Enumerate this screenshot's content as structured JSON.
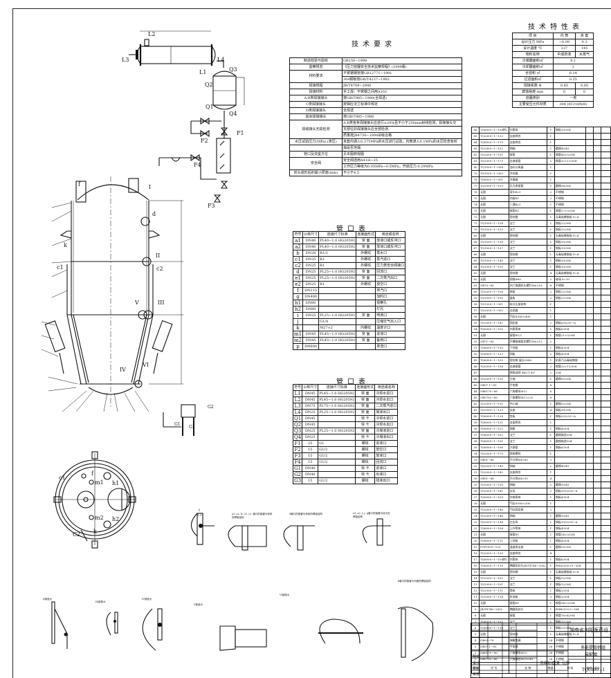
{
  "tech_characteristics": {
    "title": "技术特性表",
    "headers": [
      "项 目",
      "内 筒",
      "夹 套"
    ],
    "rows": [
      [
        "设计压力 MPa",
        "−0.09",
        "0.3"
      ],
      [
        "设计温度 ℃",
        "127",
        "145"
      ],
      [
        "物料名称",
        "中成药液",
        "水蒸气"
      ],
      [
        "冷凝器面积㎡",
        "9.1",
        ""
      ],
      [
        "冷却器面积㎡",
        "1",
        ""
      ],
      [
        "全容积 ㎥",
        "6.14",
        ""
      ],
      [
        "过滤面积㎡",
        "0.35",
        ""
      ],
      [
        "焊接系数 Φ",
        "0.85",
        "0.85"
      ],
      [
        "腐蚀裕度 mm",
        "0",
        "0"
      ],
      [
        "容器类别",
        "一类",
        ""
      ],
      [
        "主要受压元件材质",
        "304 (0Cr18Ni9)",
        ""
      ]
    ]
  },
  "tech_requirements": {
    "title": "技术要求",
    "rows": [
      [
        "制造检验与验收",
        "GB150−1998"
      ],
      [
        "监察规范",
        "《压力容器安全技术监察规程》(1999版)"
      ],
      [
        "材料要求",
        "不锈钢钢管按GB12771−1991"
      ],
      [
        "",
        "304钢板按GB/T4237−1992"
      ],
      [
        "焊接规程",
        "JB/T4709−2000"
      ],
      [
        "焊接材料",
        "手工焊：不锈钢之间用A102"
      ],
      [
        "A,B类焊接接头",
        "按GB/T985−1988(全焊透)"
      ],
      [
        "C类焊接接头",
        "按相应法兰标准中规定"
      ],
      [
        "D类焊接接头",
        "全焊透"
      ],
      [
        "其余焊接接头",
        "按GB/T985−1988"
      ],
      [
        "焊缝接头无损检测",
        "A,B类各条焊接接头应进行≥20%且不小于250mm射线检测，焊接接头交"
      ],
      [
        "",
        "叉部位的焊接接头应全部检测."
      ],
      [
        "",
        "质量按JB4730−1994Ⅲ级合格."
      ],
      [
        "水压试验压力(MPa),(表压)",
        "夹套内通入0.375MPa的水压进行试验，内筒通入0.1MPa的水压检查有封"
      ],
      [
        "",
        "漏是否泄漏."
      ],
      [
        "管口及支座方位",
        "见本图俯视图"
      ],
      [
        "安全阀",
        "安全阀选用A41H−25"
      ],
      [
        "",
        "工作压力等级为0.05MPa~0.5MPa，开启压力:0.29MPa"
      ],
      [
        "封头成形后的最小厚度(mm)",
        "不小于4.5"
      ]
    ]
  },
  "nozzle_table_1": {
    "title": "管口表",
    "headers": [
      "符号",
      "公称尺寸",
      "连接尺寸标准",
      "连接面形式",
      "用途或名称"
    ],
    "rows": [
      [
        "a1",
        "DN40",
        "PL40−1.0 HG20592",
        "突 面",
        "放液口或反冲口"
      ],
      [
        "a2",
        "DN40",
        "PL40−1.0 HG20592",
        "突 面",
        "放液口或反冲口"
      ],
      [
        "b",
        "DN20",
        "R1/2",
        "外螺纹",
        "蒸水口"
      ],
      [
        "c1",
        "DN25",
        "R1",
        "外螺纹",
        "蒸汽进口"
      ],
      [
        "c2",
        "DN25",
        "R1",
        "外螺纹",
        "压力表安全阀接口"
      ],
      [
        "d",
        "DN25",
        "PL25−1.0 HG20592",
        "突 面",
        "回流口"
      ],
      [
        "e1",
        "DN25",
        "PL25−1.0 HG20592",
        "突 面",
        "二次蒸汽出口"
      ],
      [
        "e2",
        "DN25",
        "R1",
        "外螺纹",
        "放空口"
      ],
      [
        "f",
        "DN215",
        "",
        "",
        "排汽口"
      ],
      [
        "g",
        "DN400",
        "",
        "",
        "加料口"
      ],
      [
        "h1",
        "DN80",
        "",
        "",
        "观察孔"
      ],
      [
        "h2",
        "DN80",
        "",
        "",
        "灯孔"
      ],
      [
        "i",
        "DN25",
        "PL25−1.0 HG20592",
        "突 面",
        "喷淋口"
      ],
      [
        "j",
        "",
        "G1/4",
        "",
        "压缩空气出入口"
      ],
      [
        "k",
        "",
        "M27×2",
        "内螺纹",
        "温度计口"
      ],
      [
        "m1",
        "DN45",
        "PL45−1.0 HG20592",
        "突 面",
        "进液口"
      ],
      [
        "m2",
        "DN45",
        "PL45−1.0 HG20592",
        "突 面",
        "备用口"
      ],
      [
        "p",
        "DN600",
        "",
        "",
        "排渣口"
      ]
    ]
  },
  "nozzle_table_2": {
    "title": "管口表",
    "headers": [
      "符号",
      "公称尺寸",
      "连接尺寸标准",
      "连接面形式",
      "用途或名称"
    ],
    "rows": [
      [
        "L1",
        "DN45",
        "PL45−1.0 HG20592",
        "突 面",
        "冷却水进口"
      ],
      [
        "L2",
        "DN45",
        "PL45−1.0 HG20592",
        "突 面",
        "冷却水出口"
      ],
      [
        "L3",
        "DN75",
        "PL75−1.0 HG20592",
        "突 面",
        "二次蒸汽进口"
      ],
      [
        "L4",
        "DN25",
        "PL25−1.0 HG20592",
        "突 面",
        "凝液出口"
      ],
      [
        "Q1",
        "DN45",
        "",
        "快 卡",
        "冷却水进口"
      ],
      [
        "Q2",
        "DN45",
        "",
        "快 卡",
        "冷却水出口"
      ],
      [
        "Q3",
        "DN25",
        "PL25−1.0 HG20592",
        "突 面",
        "冷凝液进口"
      ],
      [
        "Q4",
        "DN25",
        "",
        "快 卡",
        "冷凝液出口"
      ],
      [
        "F1",
        "25",
        "G1",
        "螺纹",
        "进液口"
      ],
      [
        "F2",
        "15",
        "G1/2",
        "螺纹",
        "放空口"
      ],
      [
        "F3",
        "15",
        "G1/2",
        "螺纹",
        "放液口"
      ],
      [
        "F4",
        "15",
        "G1/2",
        "螺纹",
        "回流口"
      ],
      [
        "G1",
        "DN40",
        "",
        "快 卡",
        "进液口"
      ],
      [
        "G2",
        "DN40",
        "",
        "快 卡",
        "出液口"
      ],
      [
        "G3",
        "15",
        "G1/2",
        "螺纹",
        "残液出口"
      ]
    ]
  },
  "parts_list": {
    "rows": [
      [
        "86",
        "TQ6000−1−104附2",
        "内筒体",
        "1",
        "钢板10/304"
      ],
      [
        "85",
        "TQ2000−1−133",
        "支座焊合",
        "1",
        ""
      ],
      [
        "84",
        "TQ6000−1−119",
        "支座焊合",
        "1",
        ""
      ],
      [
        "83",
        "TQ2000−1−152",
        "销轴",
        "1",
        "圆钢45/45"
      ],
      [
        "82",
        "TQ2000−1−151",
        "接管",
        "1",
        "钢管45×5/304"
      ],
      [
        "81",
        "TQ2000−1−173",
        "出液接管",
        "2",
        "钢管32×11/304"
      ],
      [
        "80",
        "TQ1500−1−004",
        "油水分离器",
        "1",
        ""
      ],
      [
        "79",
        "TQ1500−1−003",
        "冷却器",
        "1",
        ""
      ],
      [
        "78",
        "TQ6000−1−001",
        "冷凝器",
        "1",
        ""
      ],
      [
        "77",
        "TQ2000−1−153",
        "压力表接管",
        "1",
        "圆钢38/304"
      ],
      [
        "76",
        "无图",
        "弯头Rc1",
        "2",
        "不锈钢"
      ],
      [
        "75",
        "无图",
        "内接R1",
        "2",
        "不锈钢"
      ],
      [
        "74",
        "无图",
        "三通Rc1",
        "1",
        "不锈钢"
      ],
      [
        "73",
        "无图",
        "接管R1",
        "1",
        "钢管27×3/304"
      ],
      [
        "72",
        "无图",
        "密封圈",
        "1",
        "无毒硅橡胶板 δ=4"
      ],
      [
        "71",
        "TQ1500−1−134",
        "法兰",
        "1",
        "钢板12/304"
      ],
      [
        "70",
        "TQ1500−1−133",
        "法兰",
        "1",
        "钢板12/304"
      ],
      [
        "69",
        "无图",
        "密封圈",
        "1",
        "无毒硅橡胶板 δ=4"
      ],
      [
        "68",
        "TQ1500−1−138",
        "法兰",
        "1",
        "钢板10/304"
      ],
      [
        "67",
        "TQ1500−1−137",
        "法兰",
        "1",
        "钢板10/304"
      ],
      [
        "66",
        "无图",
        "密封圈",
        "1",
        "无毒硅橡胶板 δ=4"
      ],
      [
        "65",
        "TQ1500−1−140",
        "法兰",
        "1",
        "钢板10/304"
      ],
      [
        "64",
        "TQ1500−1−139",
        "法兰",
        "1",
        "钢板10/304"
      ],
      [
        "63",
        "无图",
        "密封圈",
        "4",
        "无毒硅橡胶板 δ=4"
      ],
      [
        "62",
        "无图",
        "视镜Φ80",
        "2",
        "玻璃 δ=10"
      ],
      [
        "61",
        "GB70−85",
        "内六角圆柱头螺钉M6×16",
        "8",
        "不锈钢"
      ],
      [
        "60",
        "TQ2000−1−106",
        "底板",
        "2",
        "钢板12/304"
      ],
      [
        "59",
        "TQ2000−1−105",
        "盖板",
        "2",
        "钢板12/304"
      ],
      [
        "58",
        "TQ1500−1−001",
        "料口压紧结构",
        "1",
        ""
      ],
      [
        "57",
        "TQ2000−1−003",
        "过滤器",
        "1",
        ""
      ],
      [
        "56",
        "无图",
        "气缸Φ160×400",
        "1",
        ""
      ],
      [
        "55",
        "TQ2000−1−147",
        "固定座",
        "2",
        "钢板6/Q235−A"
      ],
      [
        "54",
        "TQ6000−1−105",
        "内筒筒体",
        "1",
        "钢板8/304"
      ],
      [
        "53",
        "无图",
        "接管R1/2",
        "1",
        "钢管21×3/304"
      ],
      [
        "52",
        "GB71−85",
        "开槽锥端紧定螺钉M6×12",
        "2",
        ""
      ],
      [
        "51",
        "TQ6000−1−110",
        "下挡板",
        "1",
        "钢板4/304"
      ],
      [
        "50",
        "TQ6000−1−123",
        "网板",
        "1",
        "钢板4/304"
      ],
      [
        "49",
        "TQ6000−1−103",
        "密封圈 展长2886",
        "1",
        "耐蒸汽无毒硅橡胶"
      ],
      [
        "48",
        "TQ2000−1−154",
        "出液接管",
        "2",
        "钢管32×11/304"
      ],
      [
        "47",
        "",
        "焊接滤网 Φ4×1 80²",
        "2",
        "304"
      ],
      [
        "46",
        "TQ2000−1−130",
        "主轴",
        "1",
        "圆钢50/304"
      ],
      [
        "45",
        "GB97.1−85",
        "平垫圈",
        "8",
        ""
      ],
      [
        "44",
        "GB6170−86",
        "六角螺母M12",
        "8",
        ""
      ],
      [
        "43",
        "GB5782−86",
        "六角螺栓M12×25",
        "8",
        ""
      ],
      [
        "42",
        "TQ2000−1−131",
        "中心轴",
        "1",
        "圆钢32/304"
      ],
      [
        "41",
        "TQ2000−1−129",
        "支座",
        "4",
        "钢板30/304"
      ],
      [
        "40",
        "TQ6000−1−128",
        "垫板",
        "1",
        "钢板5/Q235−A"
      ],
      [
        "39",
        "TQ6000−1−121",
        "支架焊合",
        "1",
        ""
      ],
      [
        "38",
        "TQ6000−1−122",
        "钢尾",
        "1",
        "钢板4/304"
      ],
      [
        "37",
        "TQ6000−1−102",
        "法兰",
        "1",
        "圆钢锻造304"
      ],
      [
        "36",
        "TQ6000−1−101",
        "法兰",
        "1",
        "圆钢锻造304"
      ],
      [
        "35",
        "TQ6000−1−106",
        "大接管",
        "1",
        "钢板6/304"
      ],
      [
        "34",
        "TQ2000−1−170",
        "锁紧螺栓",
        "1",
        ""
      ],
      [
        "33",
        "GB91−86",
        "开口销Φ4×65",
        "3",
        ""
      ],
      [
        "32",
        "TQ2000−1−149",
        "销轴",
        "1",
        "圆钢45/45"
      ],
      [
        "31",
        "TQ2000−1−142",
        "支座焊合",
        "1",
        ""
      ],
      [
        "30",
        "GB91−86",
        "开口销Φ4×55",
        "4",
        ""
      ],
      [
        "29",
        "TQ2000−1−150",
        "销轴",
        "2",
        "圆钢35/45"
      ],
      [
        "28",
        "TQ2000−1−141",
        "支耳",
        "2",
        "钢板30/Q235−A"
      ],
      [
        "27",
        "TQ6000−1−109",
        "外锥筒体",
        "1",
        "钢板4/304"
      ],
      [
        "26",
        "无图",
        "气缸Φ160×300",
        "1",
        ""
      ],
      [
        "25",
        "TQ2000−1−140",
        "气缸固定座",
        "2",
        ""
      ],
      [
        "24",
        "TQ2000−1−148",
        "销轴",
        "1",
        "圆钢35/45"
      ],
      [
        "23",
        "TQ2000−1−136",
        "左支耳",
        "1",
        "钢板30/Q235−A"
      ],
      [
        "22",
        "TQ6000−1−108",
        "上外筒体",
        "1",
        "钢板4/304"
      ],
      [
        "21",
        "无图",
        "接管R1",
        "1",
        "钢管34×3/304"
      ],
      [
        "20",
        "TQ6000−1−111",
        "上挡板",
        "1",
        "钢板4/304"
      ],
      [
        "19",
        "FTF1000−125",
        "温度表支座",
        "1",
        "圆钢35/304"
      ],
      [
        "18",
        "TQ2000−1−139",
        "支座焊合",
        "4",
        ""
      ],
      [
        "17",
        "TQ6000−1−104附1",
        "内筒体",
        "1",
        "钢板6/304"
      ],
      [
        "16",
        "TQ6000−1−118",
        "椭圆形封头JB/T4746−2002",
        "1",
        "EHA1500×5−304"
      ],
      [
        "15",
        "无图",
        "密封圈",
        "1",
        "无毒硅橡胶板 δ=4"
      ],
      [
        "14",
        "TQ2000−1−102",
        "法兰",
        "1",
        "钢板12/304"
      ],
      [
        "13",
        "TQ2000−1−101",
        "法兰",
        "1",
        "钢板12/304"
      ],
      [
        "12",
        "TQ2000−1−111",
        "筒体",
        "1",
        "钢板2/304"
      ],
      [
        "11",
        "TQ2000−1−114",
        "折流板",
        "3",
        "钢板1/304"
      ],
      [
        "10",
        "无图",
        "接管R1",
        "1",
        "钢管34×3/304"
      ],
      [
        "9",
        "JB/T4746−2002",
        "椭圆形封头",
        "1",
        "EHB219×3−304"
      ],
      [
        "8",
        "无图",
        "接管",
        "1",
        "钢管76×4/304"
      ],
      [
        "7",
        "TQ6000−1−135",
        "法兰",
        "1",
        "钢板12/304"
      ],
      [
        "6",
        "TQ6000−1−136",
        "法兰",
        "1",
        "钢板12/304"
      ],
      [
        "5",
        "无图",
        "密封圈",
        "1",
        "无毒硅橡胶板 δ=4"
      ],
      [
        "4",
        "GB93−76",
        "弹簧垫圈",
        "28",
        "不锈钢"
      ],
      [
        "3",
        "GB97.1−85",
        "平垫圈",
        "28",
        "不锈钢"
      ],
      [
        "2",
        "GB6170−86",
        "六角螺母M10",
        "28",
        "不锈钢"
      ],
      [
        "1",
        "GB5782−86",
        "六角螺栓M10×40",
        "28",
        "不锈钢"
      ]
    ],
    "footer": [
      "序号",
      "代 号",
      "名 称",
      "数量",
      "材 料",
      "单件",
      "总计",
      "质量"
    ]
  },
  "title_block": {
    "company": "湖南省浏阳医药设",
    "drawing_name_1": "多能提取机组",
    "drawing_name_2": "装配图",
    "drawing_no": "TQ6000−1",
    "rows": [
      "标记",
      "处数",
      "分 区",
      "更改文件号",
      "签 名",
      "年 月 日",
      "设计",
      "标准化",
      "校核",
      "审核",
      "工艺",
      "批准",
      "阶段标记",
      "重量",
      "比例",
      "共 张",
      "第 张"
    ]
  },
  "drawing_labels": {
    "condenser": [
      "L2",
      "L3",
      "L4",
      "L1",
      "Q3",
      "Q2",
      "Q1",
      "Q4",
      "F1",
      "F2",
      "F4",
      "F3"
    ],
    "vessel": [
      "I",
      "II",
      "III",
      "IV",
      "V",
      "VI",
      "d",
      "k",
      "c1",
      "c2",
      "f"
    ],
    "plan_view": [
      "f",
      "c1",
      "m1",
      "h1",
      "m2",
      "h2",
      "k",
      "C2"
    ],
    "filter": [
      "G1",
      "G2",
      "G3"
    ],
    "detail_views": [
      {
        "title": "I",
        "scale": "1:1"
      },
      {
        "title": "a1, a2, b, c1, c2, 管口的接管与壳体的焊接结构",
        "note": "不按比例"
      },
      {
        "title": "d管口的接管与壳体的焊接结构",
        "note": "不按比例"
      },
      {
        "title": "a1, a2, i, j, g管口的接管与封头的焊接结构",
        "note": "不按比例"
      },
      {
        "title": "II部放大"
      },
      {
        "title": "III部放大"
      },
      {
        "title": "IV部放大"
      },
      {
        "title": "V部放大"
      },
      {
        "title": "VI部放大"
      },
      {
        "title": "k管口的接管与外套的焊接结构",
        "scale": "1:1"
      }
    ]
  },
  "colors": {
    "line": "#111111",
    "background": "#ffffff"
  }
}
